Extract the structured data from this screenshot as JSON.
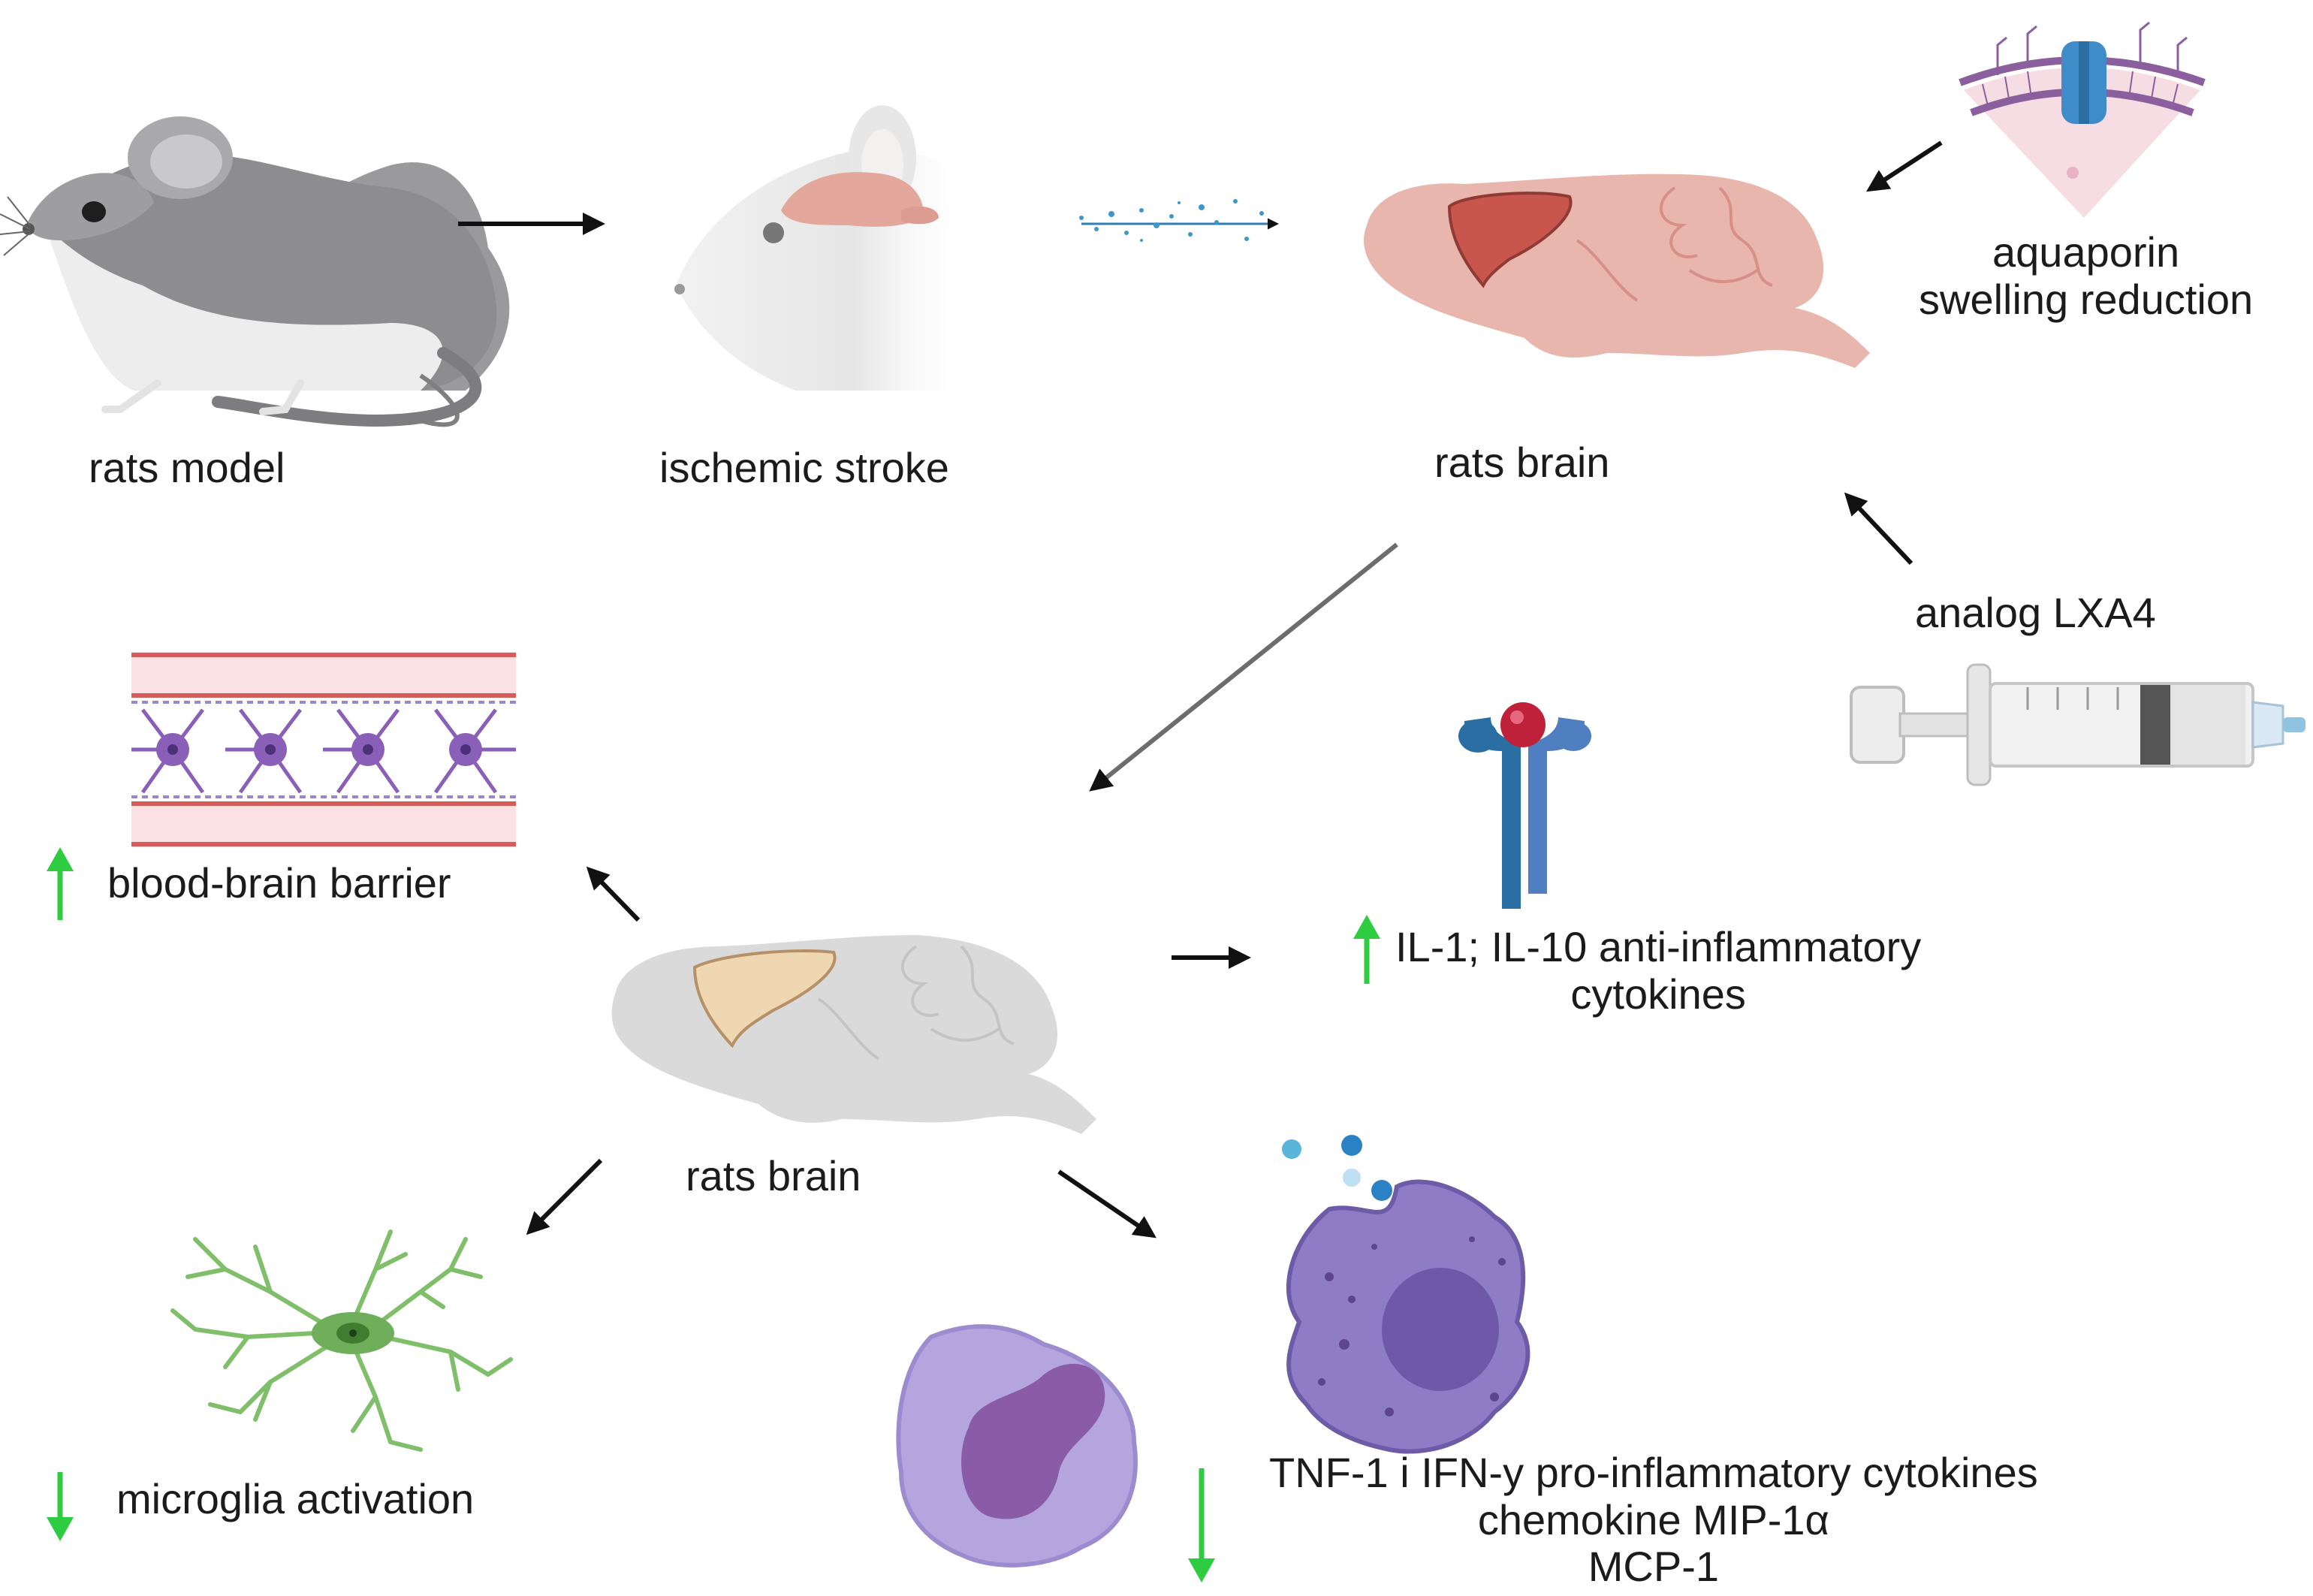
{
  "labels": {
    "rats_model": "rats model",
    "ischemic_stroke": "ischemic stroke",
    "rats_brain_top": "rats brain",
    "aquaporin_line1": "aquaporin",
    "aquaporin_line2": "swelling reduction",
    "analog": "analog LXA4",
    "bbb": "blood-brain barrier",
    "il_line1": "IL-1; IL-10 anti-inflammatory",
    "il_line2": "cytokines",
    "rats_brain_bottom": "rats brain",
    "microglia": "microglia activation",
    "tnf_line1": "TNF-1 i IFN-y pro-inflammatory cytokines",
    "tnf_line2": "chemokine MIP-1α",
    "tnf_line3": "MCP-1"
  },
  "colors": {
    "increase_arrow": "#2ecc40",
    "decrease_arrow": "#2ecc40",
    "rat_body": "#8a8a8c",
    "brain_pink": "#e8b0a6",
    "brain_damage": "#c8524a",
    "brain_grey": "#d9d9d9",
    "brain_lesion_tan": "#efd7b2",
    "receptor_blue": "#2b6ea3",
    "ligand_red": "#c0213a",
    "macrophage_purple": "#8e7cc6",
    "microglia_green": "#7fbf6a",
    "bbb_red": "#d65b5b",
    "bbb_cell_purple": "#8a5fb8"
  },
  "icons": [
    "rat-icon",
    "rat-head-icon",
    "brain-icon",
    "aquaporin-membrane-icon",
    "syringe-icon",
    "blood-brain-barrier-icon",
    "receptor-icon",
    "microglia-icon",
    "macrophage-icon",
    "monocyte-icon"
  ]
}
